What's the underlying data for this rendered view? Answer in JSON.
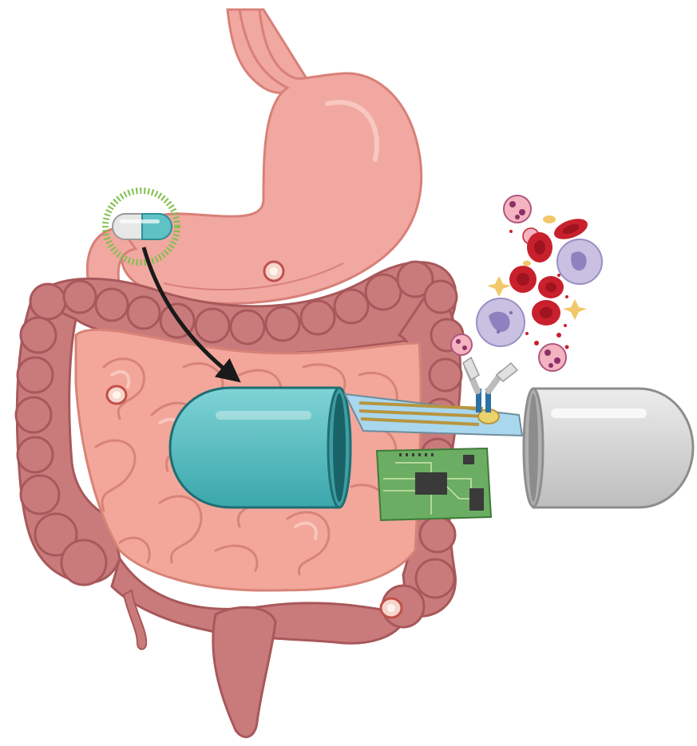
{
  "figure": {
    "elements": [
      "stomach",
      "esophagus",
      "small-intestine",
      "large-intestine",
      "rectum",
      "ingestible-capsule",
      "capsule-cap-teal",
      "capsule-cap-gray",
      "biosensor-strip",
      "antibody",
      "circuit-board",
      "red-blood-cell",
      "white-blood-cell",
      "platelet",
      "granulocyte",
      "ulcer-lesion"
    ]
  },
  "colors": {
    "stomach": "#f0a8a0",
    "stomach_outline": "#d88078",
    "colon": "#c97b7b",
    "colon_outline": "#a8585a",
    "small_intestine": "#f2a79a",
    "small_intestine_outline": "#d88378",
    "capsule_teal": "#5fc2c5",
    "capsule_teal_dark": "#2e8f95",
    "capsule_gray": "#d9d9d9",
    "capsule_gray_dark": "#a9a9a9",
    "highlight_ring": "#7cc04a",
    "arrow": "#1a1a1a",
    "pcb": "#6aad63",
    "rbc": "#c8202c",
    "wbc": "#b7abd6",
    "sensor": "#a9d8ee"
  }
}
